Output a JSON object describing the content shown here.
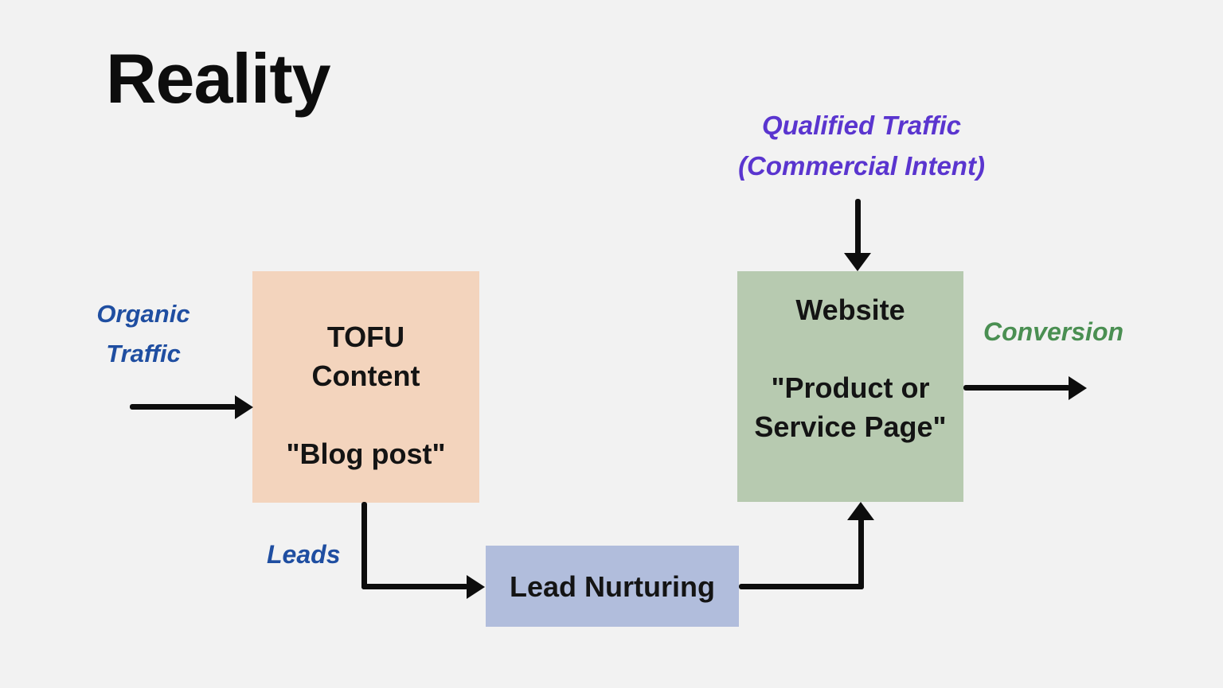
{
  "title": "Reality",
  "colors": {
    "background": "#f2f2f2",
    "title_color": "#0d0d0d",
    "box_text": "#141414",
    "arrow": "#0d0d0d",
    "box_tofu": "#f3d4bd",
    "box_website": "#b7cab0",
    "box_nurture": "#b1bddc",
    "label_purple": "#5a35cf",
    "label_blue": "#1f4ea1",
    "label_green": "#4a8f52"
  },
  "labels": {
    "qualified_line1": "Qualified Traffic",
    "qualified_line2": "(Commercial Intent)",
    "organic_line1": "Organic",
    "organic_line2": "Traffic",
    "leads": "Leads",
    "conversion": "Conversion"
  },
  "nodes": {
    "tofu": {
      "lines": [
        "TOFU",
        "Content",
        "",
        "\"Blog post\""
      ]
    },
    "website": {
      "lines": [
        "Website",
        "",
        "\"Product or",
        "Service Page\""
      ]
    },
    "nurturing": {
      "label": "Lead Nurturing"
    }
  }
}
